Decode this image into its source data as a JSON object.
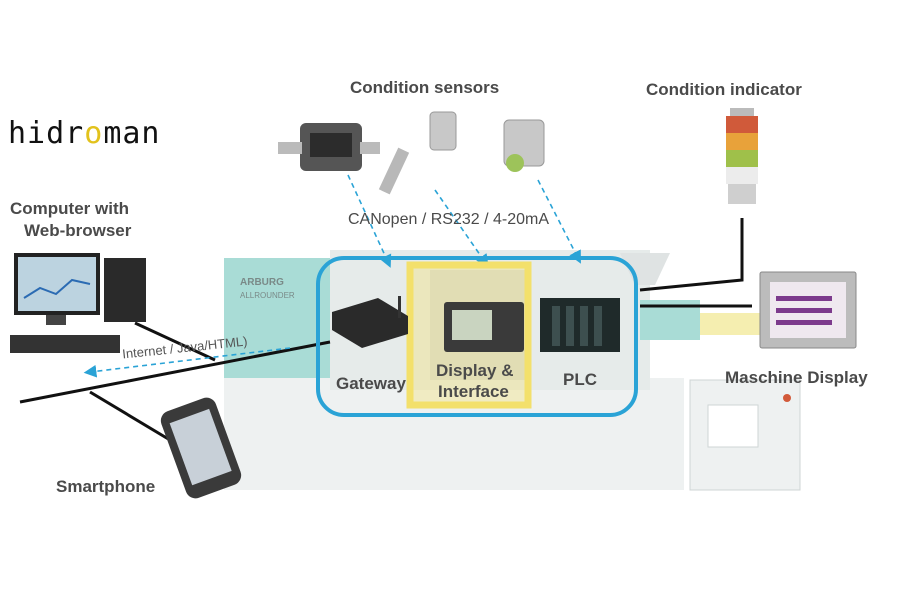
{
  "brand": {
    "logo_text": "hidroman",
    "accent_color": "#e2c21c"
  },
  "labels": {
    "condition_sensors": "Condition sensors",
    "condition_indicator": "Condition indicator",
    "computer_line1": "Computer with",
    "computer_line2": "Web-browser",
    "canopen": "CANopen / RS232 / 4-20mA",
    "internet": "Internet / Java/HTML)",
    "gateway": "Gateway",
    "display_line1": "Display &",
    "display_line2": "Interface",
    "plc": "PLC",
    "maschine_display": "Maschine Display",
    "smartphone": "Smartphone"
  },
  "machine": {
    "brand_text": "ARBURG",
    "model_text": "ALLROUNDER"
  },
  "colors": {
    "highlight_blue": "#2aa3d6",
    "highlight_yellow": "#f3e06b",
    "machine_teal": "#a9dcd6",
    "machine_grey": "#e9ecec",
    "text_grey": "#4a4a4a"
  }
}
